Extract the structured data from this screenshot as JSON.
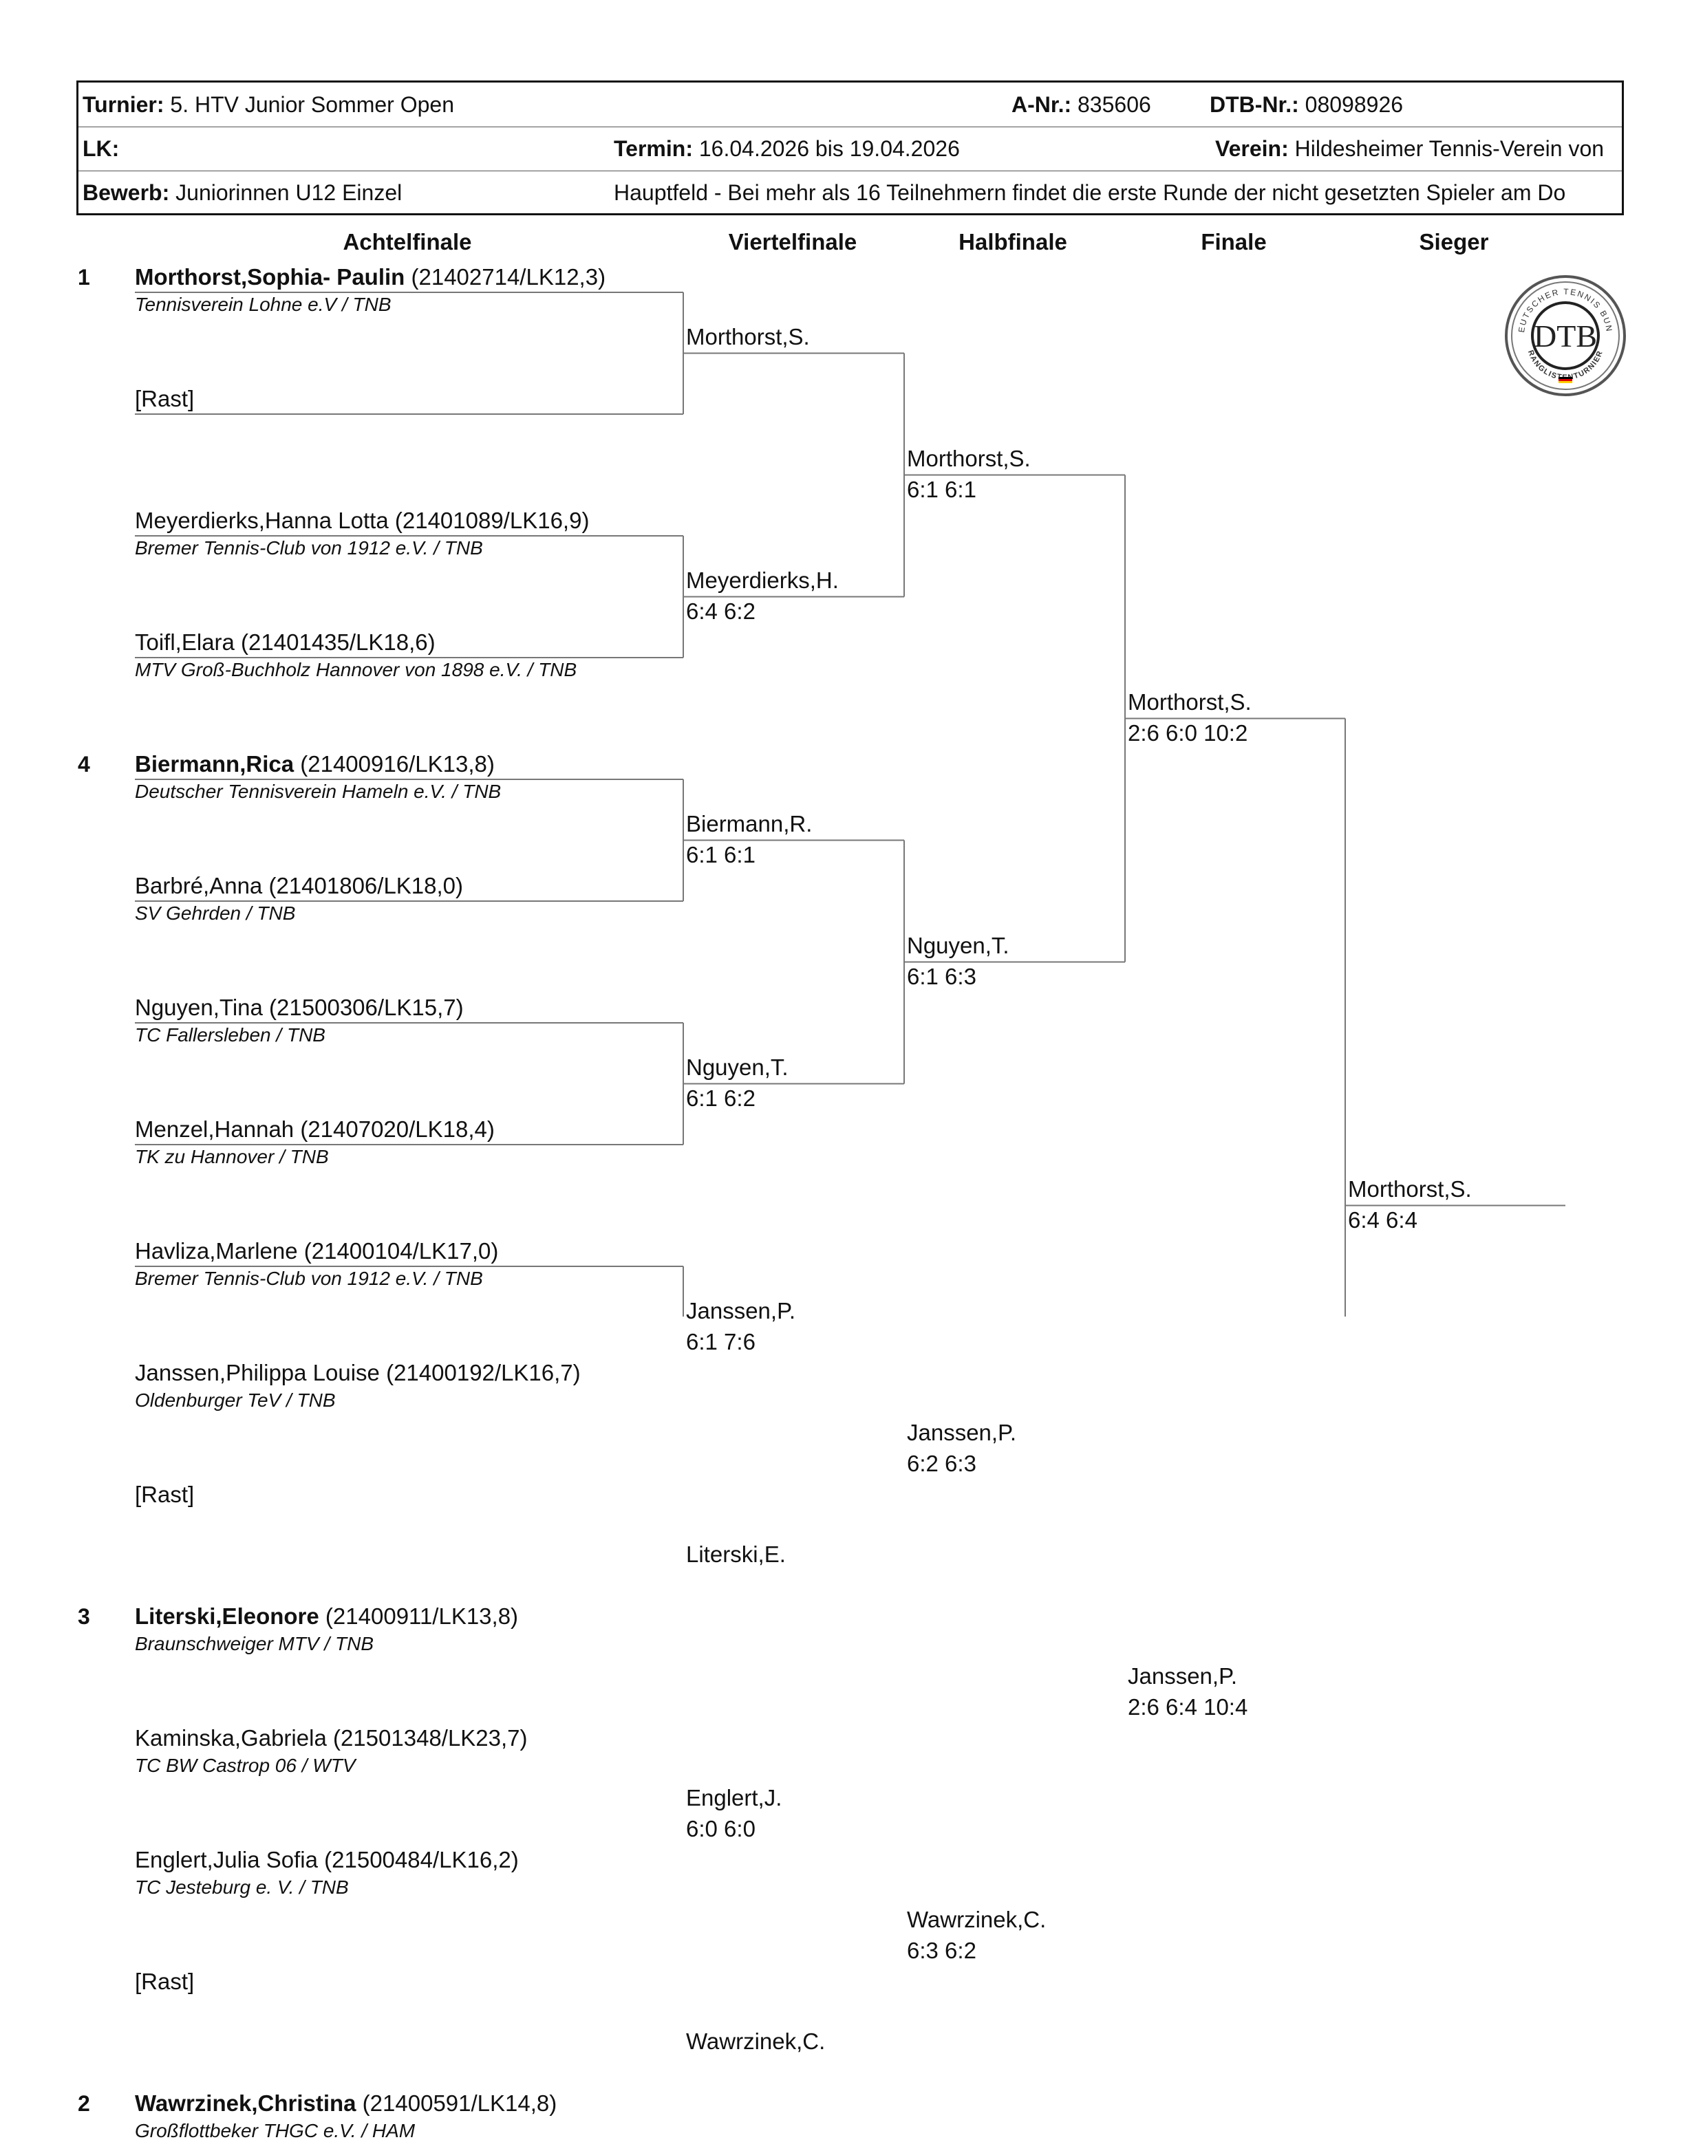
{
  "header": {
    "turnier_label": "Turnier:",
    "turnier_value": "5. HTV Junior Sommer Open",
    "anr_label": "A-Nr.:",
    "anr_value": "835606",
    "dtbnr_label": "DTB-Nr.:",
    "dtbnr_value": "08098926",
    "lk_label": "LK:",
    "termin_label": "Termin:",
    "termin_value": "16.04.2026 bis 19.04.2026",
    "verein_label": "Verein:",
    "verein_value": "Hildesheimer Tennis-Verein von",
    "bewerb_label": "Bewerb:",
    "bewerb_value": "Juniorinnen U12 Einzel",
    "hauptfeld_text": "Hauptfeld  - Bei mehr als 16 Teilnehmern findet die erste Runde der nicht gesetzten Spieler am Do"
  },
  "rounds": [
    "Achtelfinale",
    "Viertelfinale",
    "Halbfinale",
    "Finale",
    "Sieger"
  ],
  "players": [
    {
      "seed": "1",
      "name": "Morthorst,Sophia- Paulin",
      "info": " (21402714/LK12,3)",
      "bold": true,
      "club": "Tennisverein Lohne e.V / TNB"
    },
    {
      "seed": "",
      "name": "[Rast]",
      "info": "",
      "bold": false,
      "club": ""
    },
    {
      "seed": "",
      "name": "Meyerdierks,Hanna Lotta",
      "info": " (21401089/LK16,9)",
      "bold": false,
      "club": "Bremer Tennis-Club von 1912 e.V. / TNB"
    },
    {
      "seed": "",
      "name": "Toifl,Elara",
      "info": " (21401435/LK18,6)",
      "bold": false,
      "club": "MTV Groß-Buchholz Hannover von 1898 e.V. / TNB"
    },
    {
      "seed": "4",
      "name": "Biermann,Rica",
      "info": " (21400916/LK13,8)",
      "bold": true,
      "club": "Deutscher Tennisverein Hameln e.V. / TNB"
    },
    {
      "seed": "",
      "name": "Barbré,Anna",
      "info": " (21401806/LK18,0)",
      "bold": false,
      "club": "SV Gehrden / TNB"
    },
    {
      "seed": "",
      "name": "Nguyen,Tina",
      "info": " (21500306/LK15,7)",
      "bold": false,
      "club": "TC Fallersleben / TNB"
    },
    {
      "seed": "",
      "name": "Menzel,Hannah",
      "info": " (21407020/LK18,4)",
      "bold": false,
      "club": "TK zu Hannover / TNB"
    },
    {
      "seed": "",
      "name": "Havliza,Marlene",
      "info": " (21400104/LK17,0)",
      "bold": false,
      "club": "Bremer Tennis-Club von 1912 e.V. / TNB"
    },
    {
      "seed": "",
      "name": "Janssen,Philippa Louise",
      "info": " (21400192/LK16,7)",
      "bold": false,
      "club": "Oldenburger TeV / TNB"
    },
    {
      "seed": "",
      "name": "[Rast]",
      "info": "",
      "bold": false,
      "club": ""
    },
    {
      "seed": "3",
      "name": "Literski,Eleonore",
      "info": " (21400911/LK13,8)",
      "bold": true,
      "club": "Braunschweiger MTV / TNB"
    },
    {
      "seed": "",
      "name": "Kaminska,Gabriela",
      "info": " (21501348/LK23,7)",
      "bold": false,
      "club": "TC BW Castrop 06 / WTV"
    },
    {
      "seed": "",
      "name": "Englert,Julia Sofia",
      "info": " (21500484/LK16,2)",
      "bold": false,
      "club": "TC Jesteburg e. V. / TNB"
    },
    {
      "seed": "",
      "name": "[Rast]",
      "info": "",
      "bold": false,
      "club": ""
    },
    {
      "seed": "2",
      "name": "Wawrzinek,Christina",
      "info": " (21400591/LK14,8)",
      "bold": true,
      "club": "Großflottbeker THGC e.V. / HAM"
    }
  ],
  "viertelfinale": [
    {
      "name": "Morthorst,S.",
      "score": ""
    },
    {
      "name": "Meyerdierks,H.",
      "score": "6:4 6:2"
    },
    {
      "name": "Biermann,R.",
      "score": "6:1 6:1"
    },
    {
      "name": "Nguyen,T.",
      "score": "6:1 6:2"
    },
    {
      "name": "Janssen,P.",
      "score": "6:1 7:6"
    },
    {
      "name": "Literski,E.",
      "score": ""
    },
    {
      "name": "Englert,J.",
      "score": "6:0 6:0"
    },
    {
      "name": "Wawrzinek,C.",
      "score": ""
    }
  ],
  "halbfinale": [
    {
      "name": "Morthorst,S.",
      "score": "6:1 6:1"
    },
    {
      "name": "Nguyen,T.",
      "score": "6:1 6:3"
    },
    {
      "name": "Janssen,P.",
      "score": "6:2 6:3"
    },
    {
      "name": "Wawrzinek,C.",
      "score": "6:3 6:2"
    }
  ],
  "finale": [
    {
      "name": "Morthorst,S.",
      "score": "2:6 6:0 10:2"
    },
    {
      "name": "Janssen,P.",
      "score": "2:6 6:4 10:4"
    }
  ],
  "sieger": {
    "name": "Morthorst,S.",
    "score": "6:4 6:4"
  },
  "logo": {
    "ring_text": "DEUTSCHER TENNIS BUND",
    "center": "DTB",
    "bottom_text": "RANGLISTENTURNIER"
  },
  "colors": {
    "line": "#777777",
    "text": "#111111",
    "flag_black": "#000000",
    "flag_red": "#dd0000",
    "flag_gold": "#ffce00"
  }
}
